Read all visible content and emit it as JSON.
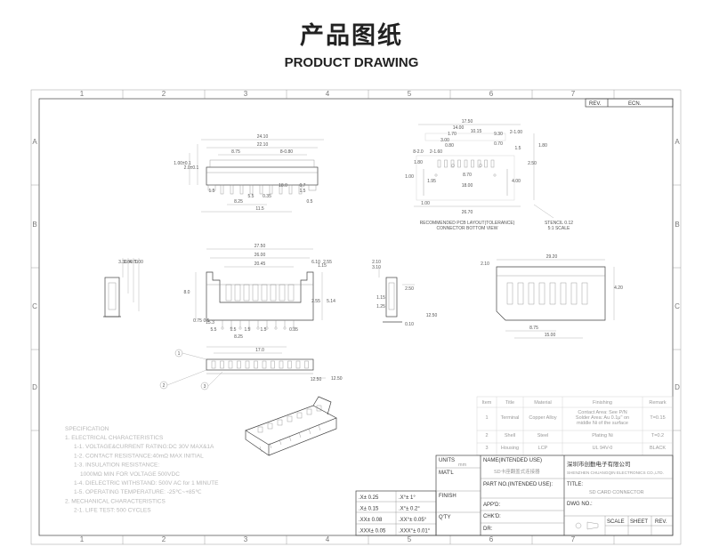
{
  "header": {
    "title_cn": "产品图纸",
    "title_en": "PRODUCT DRAWING"
  },
  "frame": {
    "col_labels": [
      "1",
      "2",
      "3",
      "4",
      "5",
      "6",
      "7"
    ],
    "row_labels": [
      "A",
      "B",
      "C",
      "D"
    ]
  },
  "revision_block": {
    "rev_label": "REV.",
    "ecn_label": "ECN."
  },
  "top_view": {
    "dims": [
      "24.10",
      "22.10",
      "8.75",
      "8-0.80",
      "1.00±0.1",
      "2.0±0.1",
      "1.5",
      "5.5",
      "1.5",
      "8.25",
      "0.35",
      "11.5",
      "0.7",
      "0.5",
      "18.0"
    ]
  },
  "pcb_layout": {
    "dims": [
      "17.50",
      "14.00",
      "10.15",
      "1.70",
      "9.30",
      "3.00",
      "0.80",
      "2-1.60",
      "8-2.0",
      "0.70",
      "2-1.00",
      "1.80",
      "1.00",
      "1.95",
      "8.70",
      "26.70",
      "1.00",
      "18.00",
      "4.00",
      "1.80",
      "2.50",
      "1.5"
    ],
    "caption_line1": "RECOMMENDED PCB LAYOUT(TOLERANCE)",
    "caption_line2": "CONNECTOR BOTTOM VIEW",
    "stencil_note": "STENCIL 0.12",
    "stencil_note2": "5:1 SCALE"
  },
  "front_view": {
    "dims": [
      "27.50",
      "26.00",
      "20.45",
      "6.10",
      "1.15",
      "2.55",
      "1.5",
      "1.5",
      "1.5",
      "5.5",
      "8.25",
      "0.5",
      "0.75",
      "15.3",
      "17.0",
      "2.55",
      "5.14",
      "8.0",
      "0.35",
      "12.50"
    ]
  },
  "side_view": {
    "dims": [
      "3.10",
      "2.50",
      "1.15",
      "1.25",
      "0.10",
      "2.10",
      "12.50"
    ]
  },
  "right_view": {
    "dims": [
      "2.10",
      "29.20",
      "4.20",
      "8.75",
      "15.00"
    ]
  },
  "left_view": {
    "dims": [
      "3.30",
      "1.80",
      "4.70",
      "1.00"
    ]
  },
  "bottom_view": {
    "dims": [
      "12.50"
    ]
  },
  "balloons": [
    "1",
    "2",
    "3"
  ],
  "specification": {
    "title": "SPECIFICATION",
    "lines": [
      "1. ELECTRICAL CHARACTERISTICS",
      "1-1. VOLTAGE&CURRENT RATING:DC 30V MAX&1A",
      "1-2. CONTACT RESISTANCE:40mΩ MAX INITIAL",
      "1-3. INSULATION RESISTANCE:",
      "1000MΩ MIN FOR VOLTAGE 500VDC",
      "1-4. DIELECTRIC WITHSTAND: 500V AC for 1 MINUTE",
      "1-5. OPERATING TEMPERATURE: -25℃~+85℃",
      "2. MECHANICAL CHARACTERISTICS",
      "2-1. LIFE TEST: 500 CYCLES"
    ]
  },
  "materials": {
    "headers": [
      "Item",
      "Title",
      "Material",
      "Finishing",
      "Remark"
    ],
    "rows": [
      [
        "1",
        "Terminal",
        "Copper Alloy",
        "Contact Area: See P/N Solder Area: Au 0.1μ\" on middle Ni of the surface",
        "T=0.15"
      ],
      [
        "2",
        "Shell",
        "Steel",
        "Plating Ni",
        "T=0.2"
      ],
      [
        "3",
        "Housing",
        "LCP",
        "UL 94V-0",
        "BLACK"
      ]
    ]
  },
  "tolerance": {
    "rows": [
      [
        ".X± 0.25",
        ".X°± 1°"
      ],
      [
        ".X± 0.15",
        ".X°± 0.2°"
      ],
      [
        ".XX± 0.08",
        ".XX°± 0.05°"
      ],
      [
        ".XXX± 0.05",
        ".XXX°± 0.01°"
      ]
    ]
  },
  "title_block": {
    "units_label": "UNITS",
    "units_value": "mm",
    "matl_label": "MAT'L",
    "finish_label": "FINISH",
    "qty_label": "Q'TY",
    "name_label": "NAME(INTENDED USE)",
    "name_value": "SD卡座翻盖式连接器",
    "part_no_label": "PART NO.(INTENDED USE):",
    "part_no_value": "",
    "appd_label": "APP'D:",
    "chkd_label": "CHK'D:",
    "dr_label": "DR:",
    "company_cn": "深圳市创勤电子有限公司",
    "company_en": "SHENZHEN CHUANGQIN ELECTRONICS CO.,LTD.",
    "title_label": "TITLE:",
    "title_value": "SD CARD CONNECTOR",
    "dwg_label": "DWG NO.:",
    "scale_label": "SCALE",
    "sheet_label": "SHEET",
    "rev_label": "REV."
  }
}
